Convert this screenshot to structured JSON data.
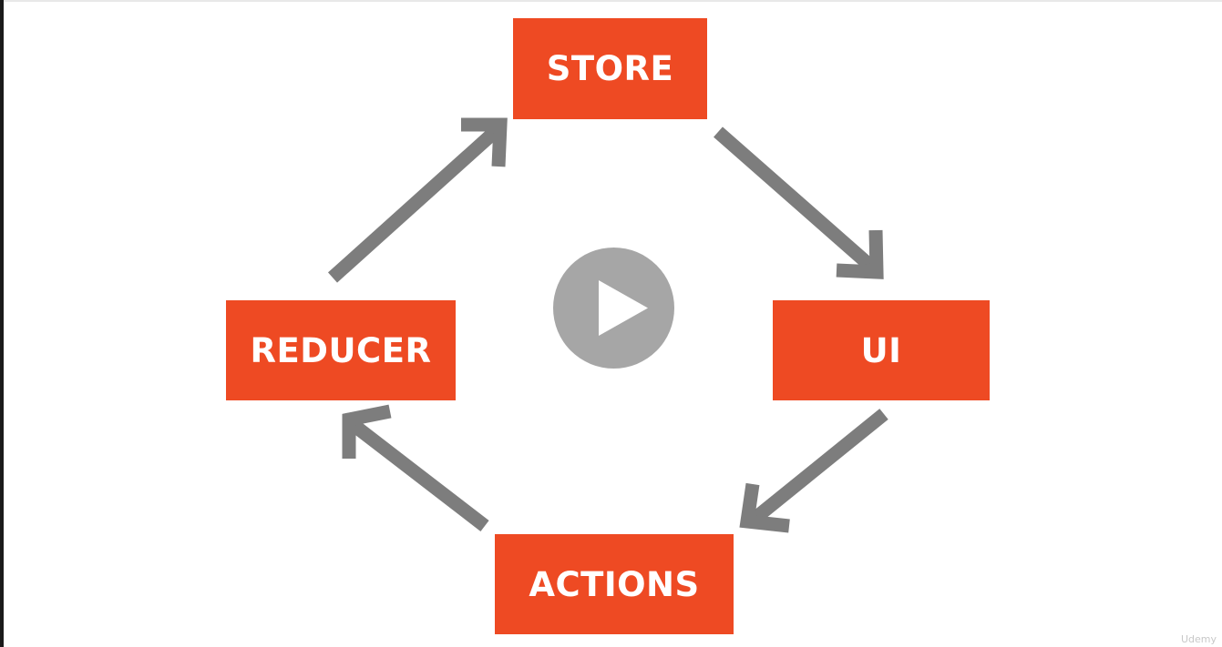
{
  "diagram": {
    "nodes": [
      {
        "id": "store",
        "label": "STORE"
      },
      {
        "id": "ui",
        "label": "UI"
      },
      {
        "id": "actions",
        "label": "ACTIONS"
      },
      {
        "id": "reducer",
        "label": "REDUCER"
      }
    ],
    "edges": [
      {
        "from": "store",
        "to": "ui"
      },
      {
        "from": "ui",
        "to": "actions"
      },
      {
        "from": "actions",
        "to": "reducer"
      },
      {
        "from": "reducer",
        "to": "store"
      }
    ],
    "node_color": "#ee4a23",
    "arrow_color": "#7d7d7d"
  },
  "player": {
    "play_icon": "play-icon",
    "watermark": "Udemy"
  }
}
